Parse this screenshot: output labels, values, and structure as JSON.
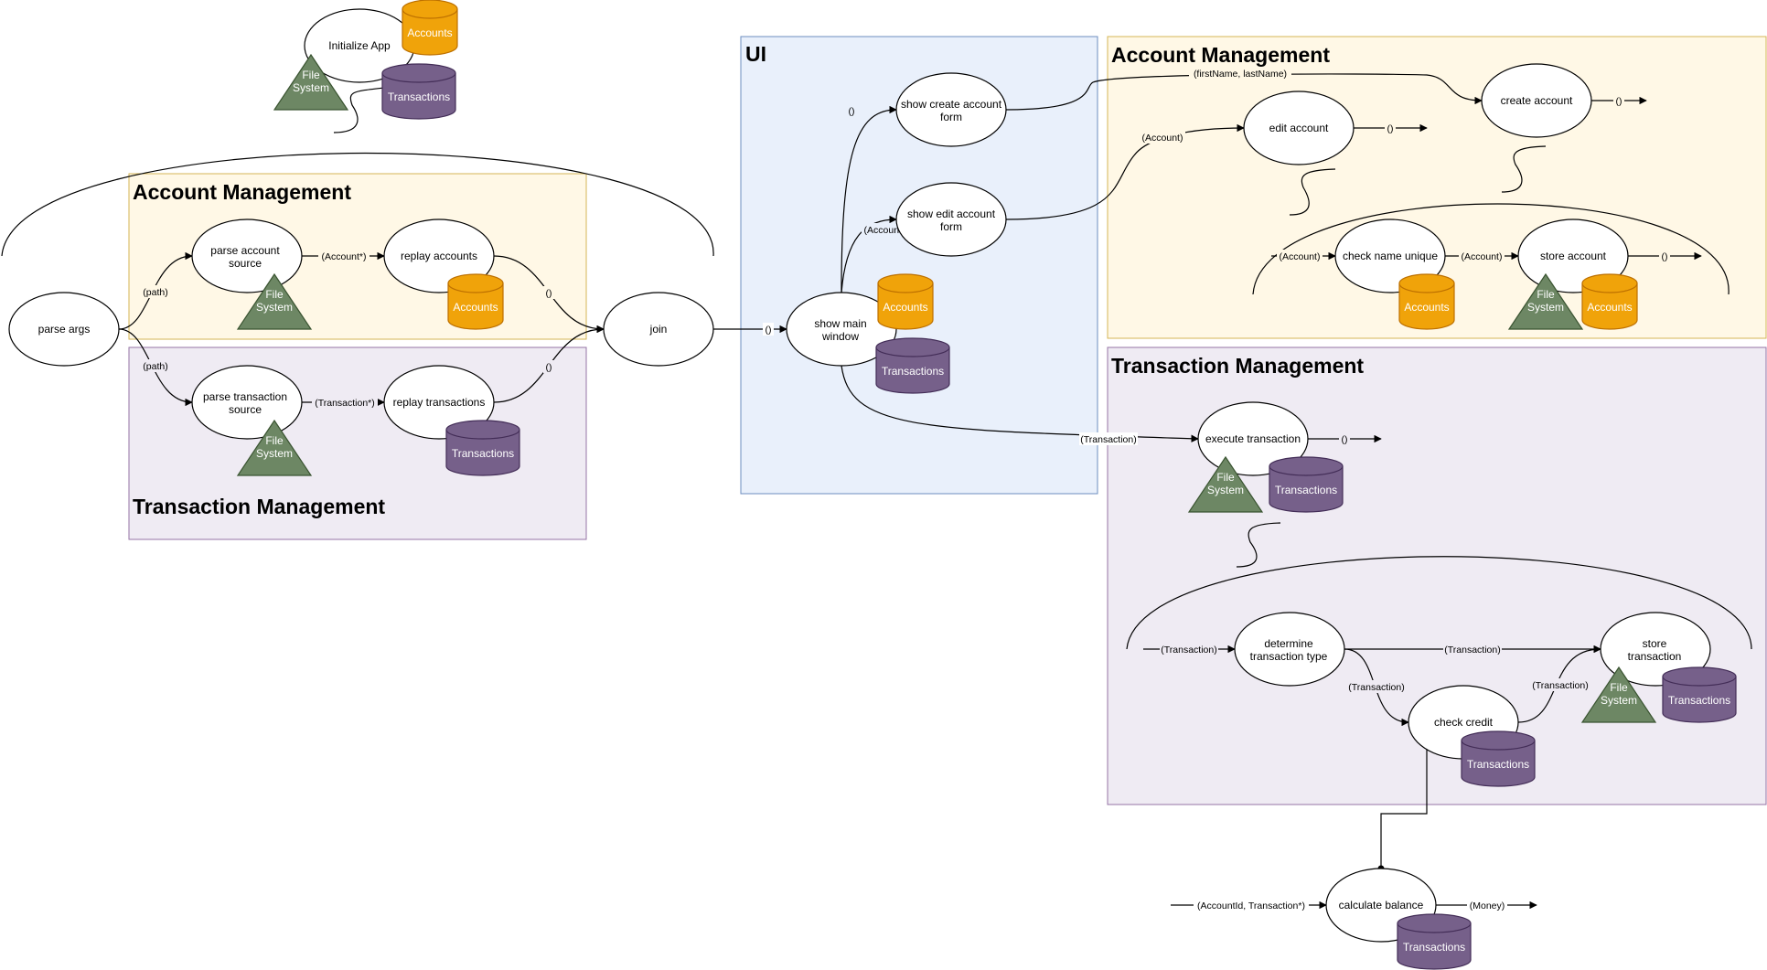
{
  "colors": {
    "account_region_fill": "#fff8e6",
    "account_region_stroke": "#d6b656",
    "transaction_region_fill": "#efebf3",
    "transaction_region_stroke": "#9673a6",
    "ui_region_fill": "#e9f0fb",
    "ui_region_stroke": "#6c8ebf",
    "accounts_db_fill": "#f0a30a",
    "accounts_db_stroke": "#bd7000",
    "transactions_db_fill": "#76608a",
    "transactions_db_stroke": "#432d57",
    "filesystem_fill": "#6d8764",
    "filesystem_stroke": "#3a5431"
  },
  "regions": {
    "account_left": "Account Management",
    "transaction_left": "Transaction Management",
    "ui": "UI",
    "account_right": "Account Management",
    "transaction_right": "Transaction Management"
  },
  "nodes": {
    "initialize_app": [
      "Initialize App"
    ],
    "parse_args": [
      "parse args"
    ],
    "parse_account_source": [
      "parse account",
      "source"
    ],
    "replay_accounts": [
      "replay accounts"
    ],
    "parse_transaction_source": [
      "parse transaction",
      "source"
    ],
    "replay_transactions": [
      "replay transactions"
    ],
    "join": [
      "join"
    ],
    "show_main_window": [
      "show main",
      "window"
    ],
    "show_create_account_form": [
      "show create account",
      "form"
    ],
    "show_edit_account_form": [
      "show edit account",
      "form"
    ],
    "edit_account": [
      "edit account"
    ],
    "create_account": [
      "create account"
    ],
    "check_name_unique": [
      "check name unique"
    ],
    "store_account": [
      "store account"
    ],
    "execute_transaction": [
      "execute transaction"
    ],
    "determine_transaction_type": [
      "determine",
      "transaction type"
    ],
    "check_credit": [
      "check credit"
    ],
    "store_transaction": [
      "store",
      "transaction"
    ],
    "calculate_balance": [
      "calculate balance"
    ]
  },
  "stores": {
    "accounts": "Accounts",
    "transactions": "Transactions",
    "file_system": [
      "File",
      "System"
    ]
  },
  "edges": {
    "path": "(path)",
    "account_list": "(Account*)",
    "transaction_list": "(Transaction*)",
    "unit": "()",
    "first_last_name": "(firstName, lastName)",
    "account": "(Account)",
    "transaction": "(Transaction)",
    "account_id_transactions": "(AccountId, Transaction*)",
    "money": "(Money)"
  }
}
